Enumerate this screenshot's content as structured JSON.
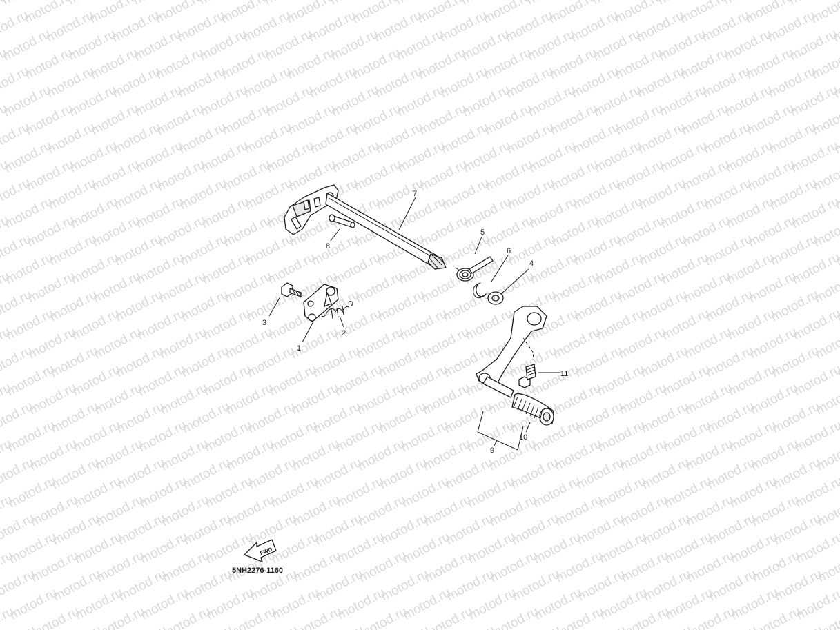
{
  "watermark": {
    "text": "motod.ru"
  },
  "callouts": [
    "1",
    "2",
    "3",
    "4",
    "5",
    "6",
    "7",
    "8",
    "9",
    "10",
    "11"
  ],
  "fwd": {
    "label": "FWD"
  },
  "diagram_code": "5NH2276-1160"
}
